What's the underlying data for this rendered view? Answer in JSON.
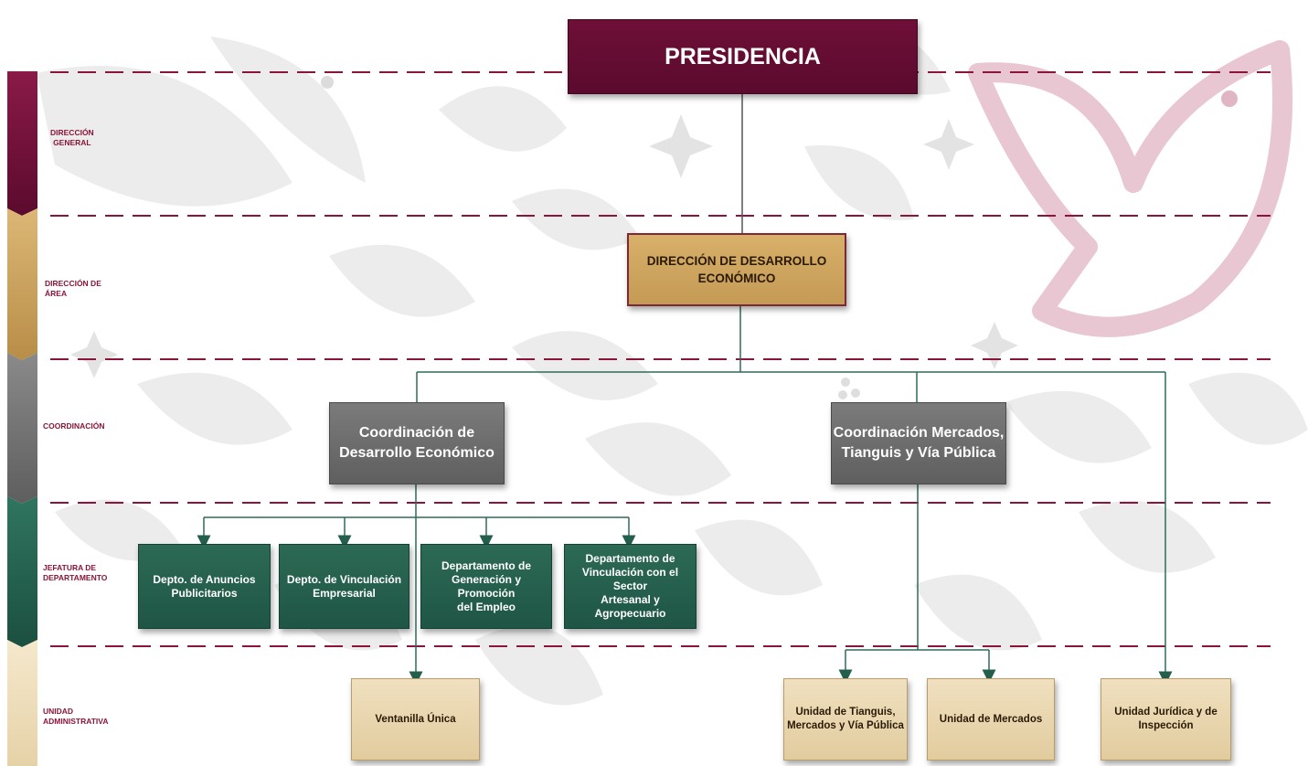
{
  "levels": [
    {
      "label": "DIRECCIÓN\nGENERAL",
      "color": "#6e0f38"
    },
    {
      "label": "DIRECCIÓN DE\nÁREA",
      "color": "#c9a262"
    },
    {
      "label": "COORDINACIÓN",
      "color": "#737373"
    },
    {
      "label": "JEFATURA DE\nDEPARTAMENTO",
      "color": "#245e4c"
    },
    {
      "label": "UNIDAD\nADMINISTRATIVA",
      "color": "#f1e2c4"
    }
  ],
  "nodes": {
    "presidencia": "PRESIDENCIA",
    "direccion": "DIRECCIÓN DE DESARROLLO\nECONÓMICO",
    "coord_desarrollo": "Coordinación de\nDesarrollo Económico",
    "coord_mercados": "Coordinación Mercados,\nTianguis y Vía Pública",
    "depto_anuncios": "Depto. de Anuncios\nPublicitarios",
    "depto_vinculacion_empresarial": "Depto. de Vinculación\nEmpresarial",
    "depto_empleo": "Departamento de\nGeneración y Promoción\ndel Empleo",
    "depto_artesanal": "Departamento de\nVinculación con el Sector\nArtesanal y Agropecuario",
    "ventanilla": "Ventanilla Única",
    "unidad_tianguis": "Unidad de Tianguis,\nMercados y Vía Pública",
    "unidad_mercados": "Unidad de Mercados",
    "unidad_juridica": "Unidad Jurídica y de\nInspección"
  },
  "colors": {
    "guide_line": "#8a1538",
    "connector_top": "#555555",
    "connector_green": "#245e4c",
    "watermark_gray": "#e6e6e6",
    "watermark_pink": "#e7c5d0"
  }
}
